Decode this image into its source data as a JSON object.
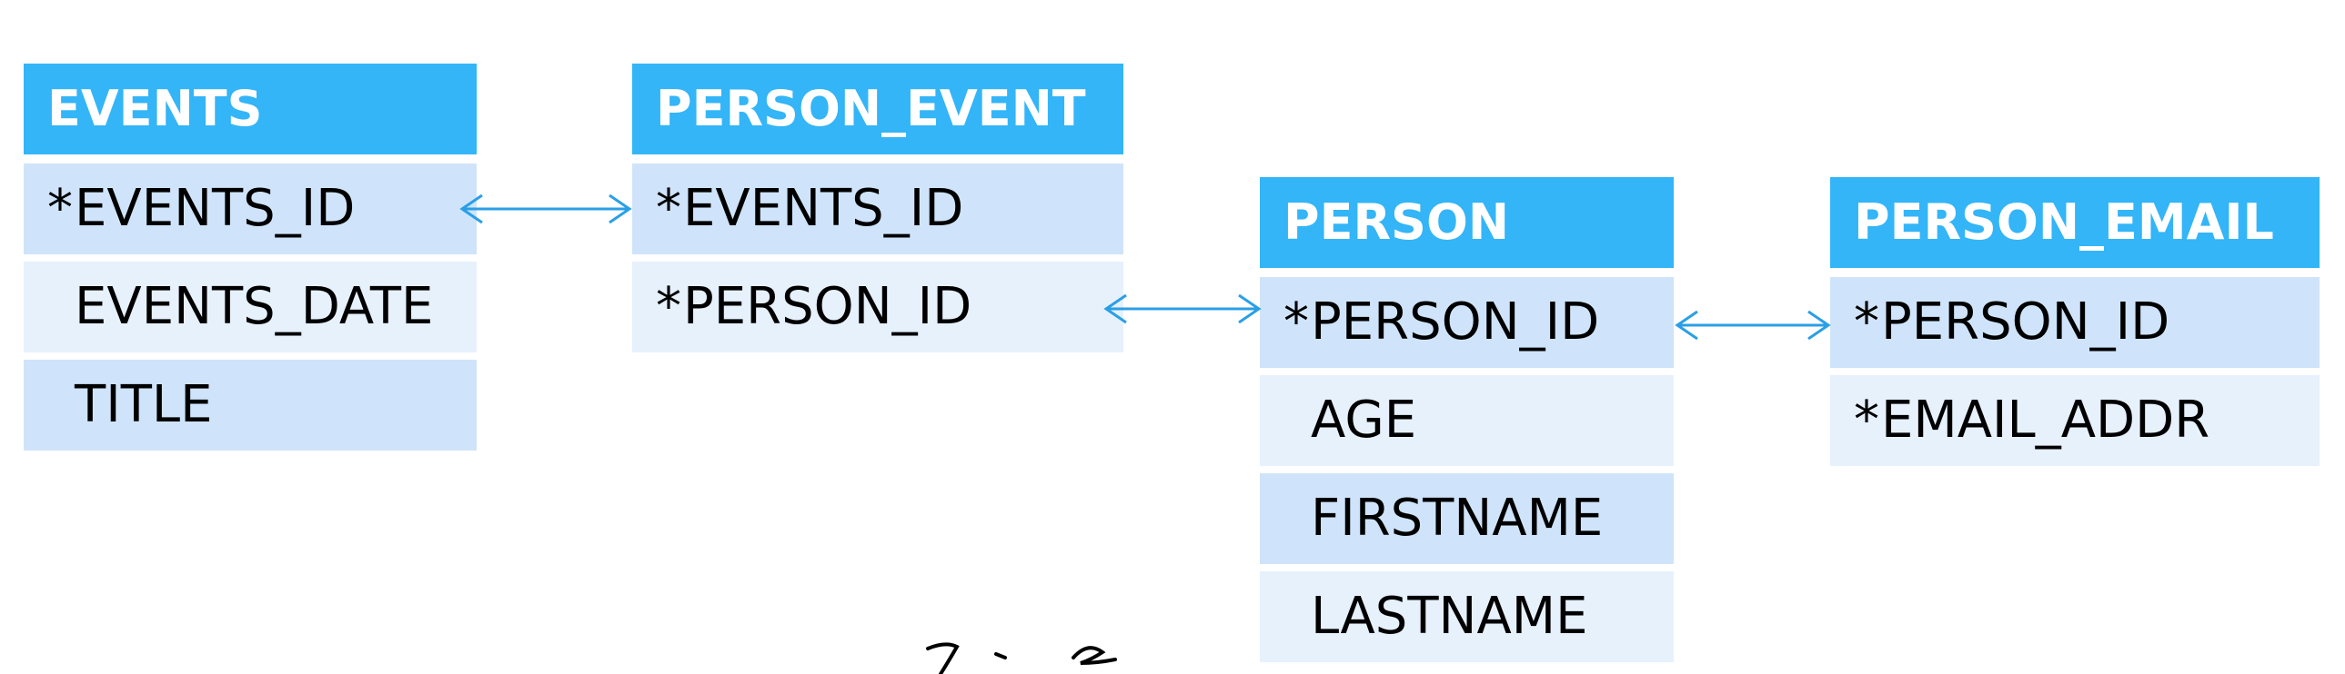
{
  "diagram": {
    "entities": [
      {
        "id": "events",
        "name": "EVENTS",
        "fields": [
          {
            "label": "EVENTS_ID",
            "mark": "*"
          },
          {
            "label": "EVENTS_DATE",
            "mark": ""
          },
          {
            "label": "TITLE",
            "mark": ""
          }
        ]
      },
      {
        "id": "person-event",
        "name": "PERSON_EVENT",
        "fields": [
          {
            "label": "EVENTS_ID",
            "mark": "*"
          },
          {
            "label": "PERSON_ID",
            "mark": "*"
          }
        ]
      },
      {
        "id": "person",
        "name": "PERSON",
        "fields": [
          {
            "label": "PERSON_ID",
            "mark": "*"
          },
          {
            "label": "AGE",
            "mark": ""
          },
          {
            "label": "FIRSTNAME",
            "mark": ""
          },
          {
            "label": "LASTNAME",
            "mark": ""
          }
        ]
      },
      {
        "id": "person-email",
        "name": "PERSON_EMAIL",
        "fields": [
          {
            "label": "PERSON_ID",
            "mark": "*"
          },
          {
            "label": "EMAIL_ADDR",
            "mark": "*"
          }
        ]
      }
    ],
    "relationships": [
      {
        "from": "EVENTS.EVENTS_ID",
        "to": "PERSON_EVENT.EVENTS_ID"
      },
      {
        "from": "PERSON_EVENT.PERSON_ID",
        "to": "PERSON.PERSON_ID"
      },
      {
        "from": "PERSON.PERSON_ID",
        "to": "PERSON_EMAIL.PERSON_ID"
      }
    ],
    "colors": {
      "header": "#33b5f7",
      "row_dark": "#cfe4fa",
      "row_light": "#e6f1fc",
      "connector": "#2a9fe6"
    }
  }
}
